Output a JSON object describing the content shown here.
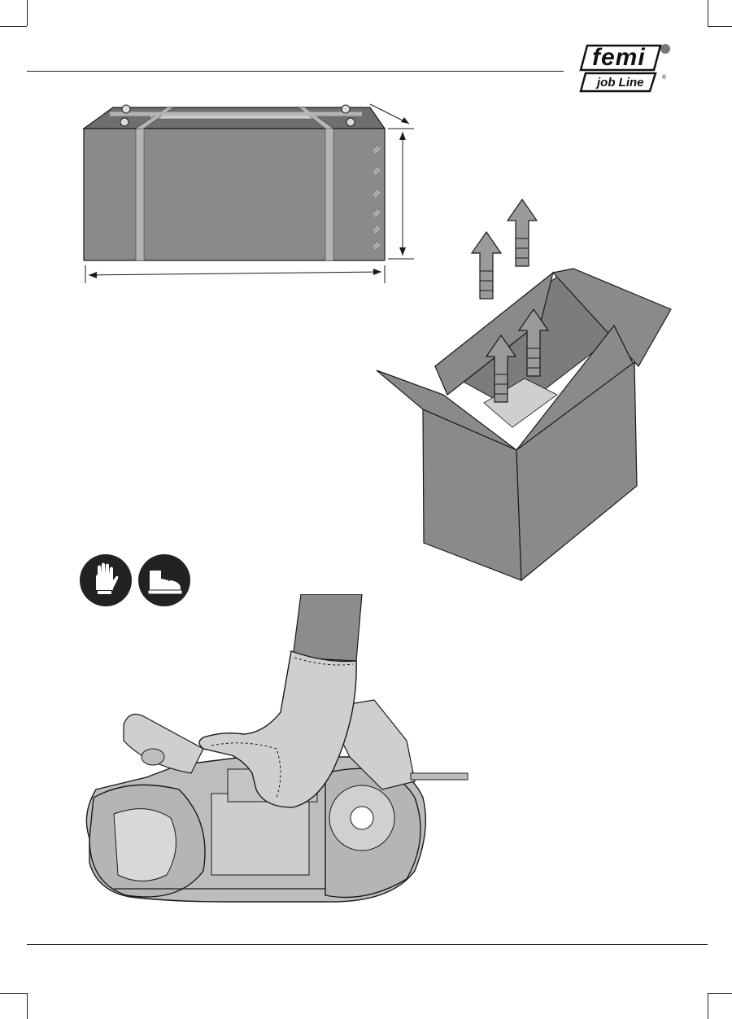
{
  "header": {
    "logo_main": "femi",
    "logo_sub": "job Line",
    "logo_mark": "®"
  },
  "illustrations": {
    "step_1": "package-dimensions",
    "step_2": "box-unpacking",
    "step_3": "lifting-saw-by-handle"
  },
  "safety_icons": [
    "gloves-icon",
    "safety-boots-icon"
  ],
  "colors": {
    "box_fill": "#8a8a8a",
    "box_top": "#6f6f6f",
    "box_inner": "#7c7c7c",
    "strap": "#b5b5b5",
    "icon_bg": "#222222",
    "arrow_fill": "#9a9a9a",
    "glove": "#cfcfcf",
    "sleeve": "#8c8c8c",
    "saw": "#bdbdbd",
    "line": "#1a1a1a"
  }
}
